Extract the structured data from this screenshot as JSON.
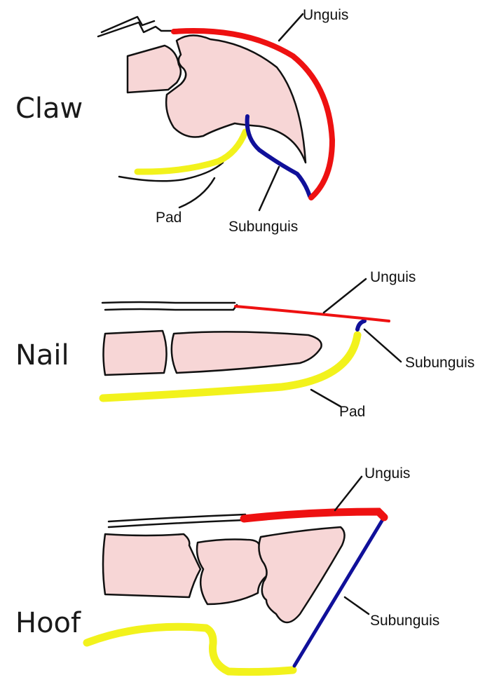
{
  "colors": {
    "unguis": "#ee1111",
    "subunguis": "#10109a",
    "pad": "#f2f21c",
    "bone_fill": "#f7d6d6",
    "outline": "#111111",
    "background": "#ffffff"
  },
  "panels": [
    {
      "id": "claw",
      "title": "Claw",
      "labels": {
        "unguis": "Unguis",
        "pad": "Pad",
        "subunguis": "Subunguis"
      }
    },
    {
      "id": "nail",
      "title": "Nail",
      "labels": {
        "unguis": "Unguis",
        "subunguis": "Subunguis",
        "pad": "Pad"
      }
    },
    {
      "id": "hoof",
      "title": "Hoof",
      "labels": {
        "unguis": "Unguis",
        "subunguis": "Subunguis"
      }
    }
  ]
}
